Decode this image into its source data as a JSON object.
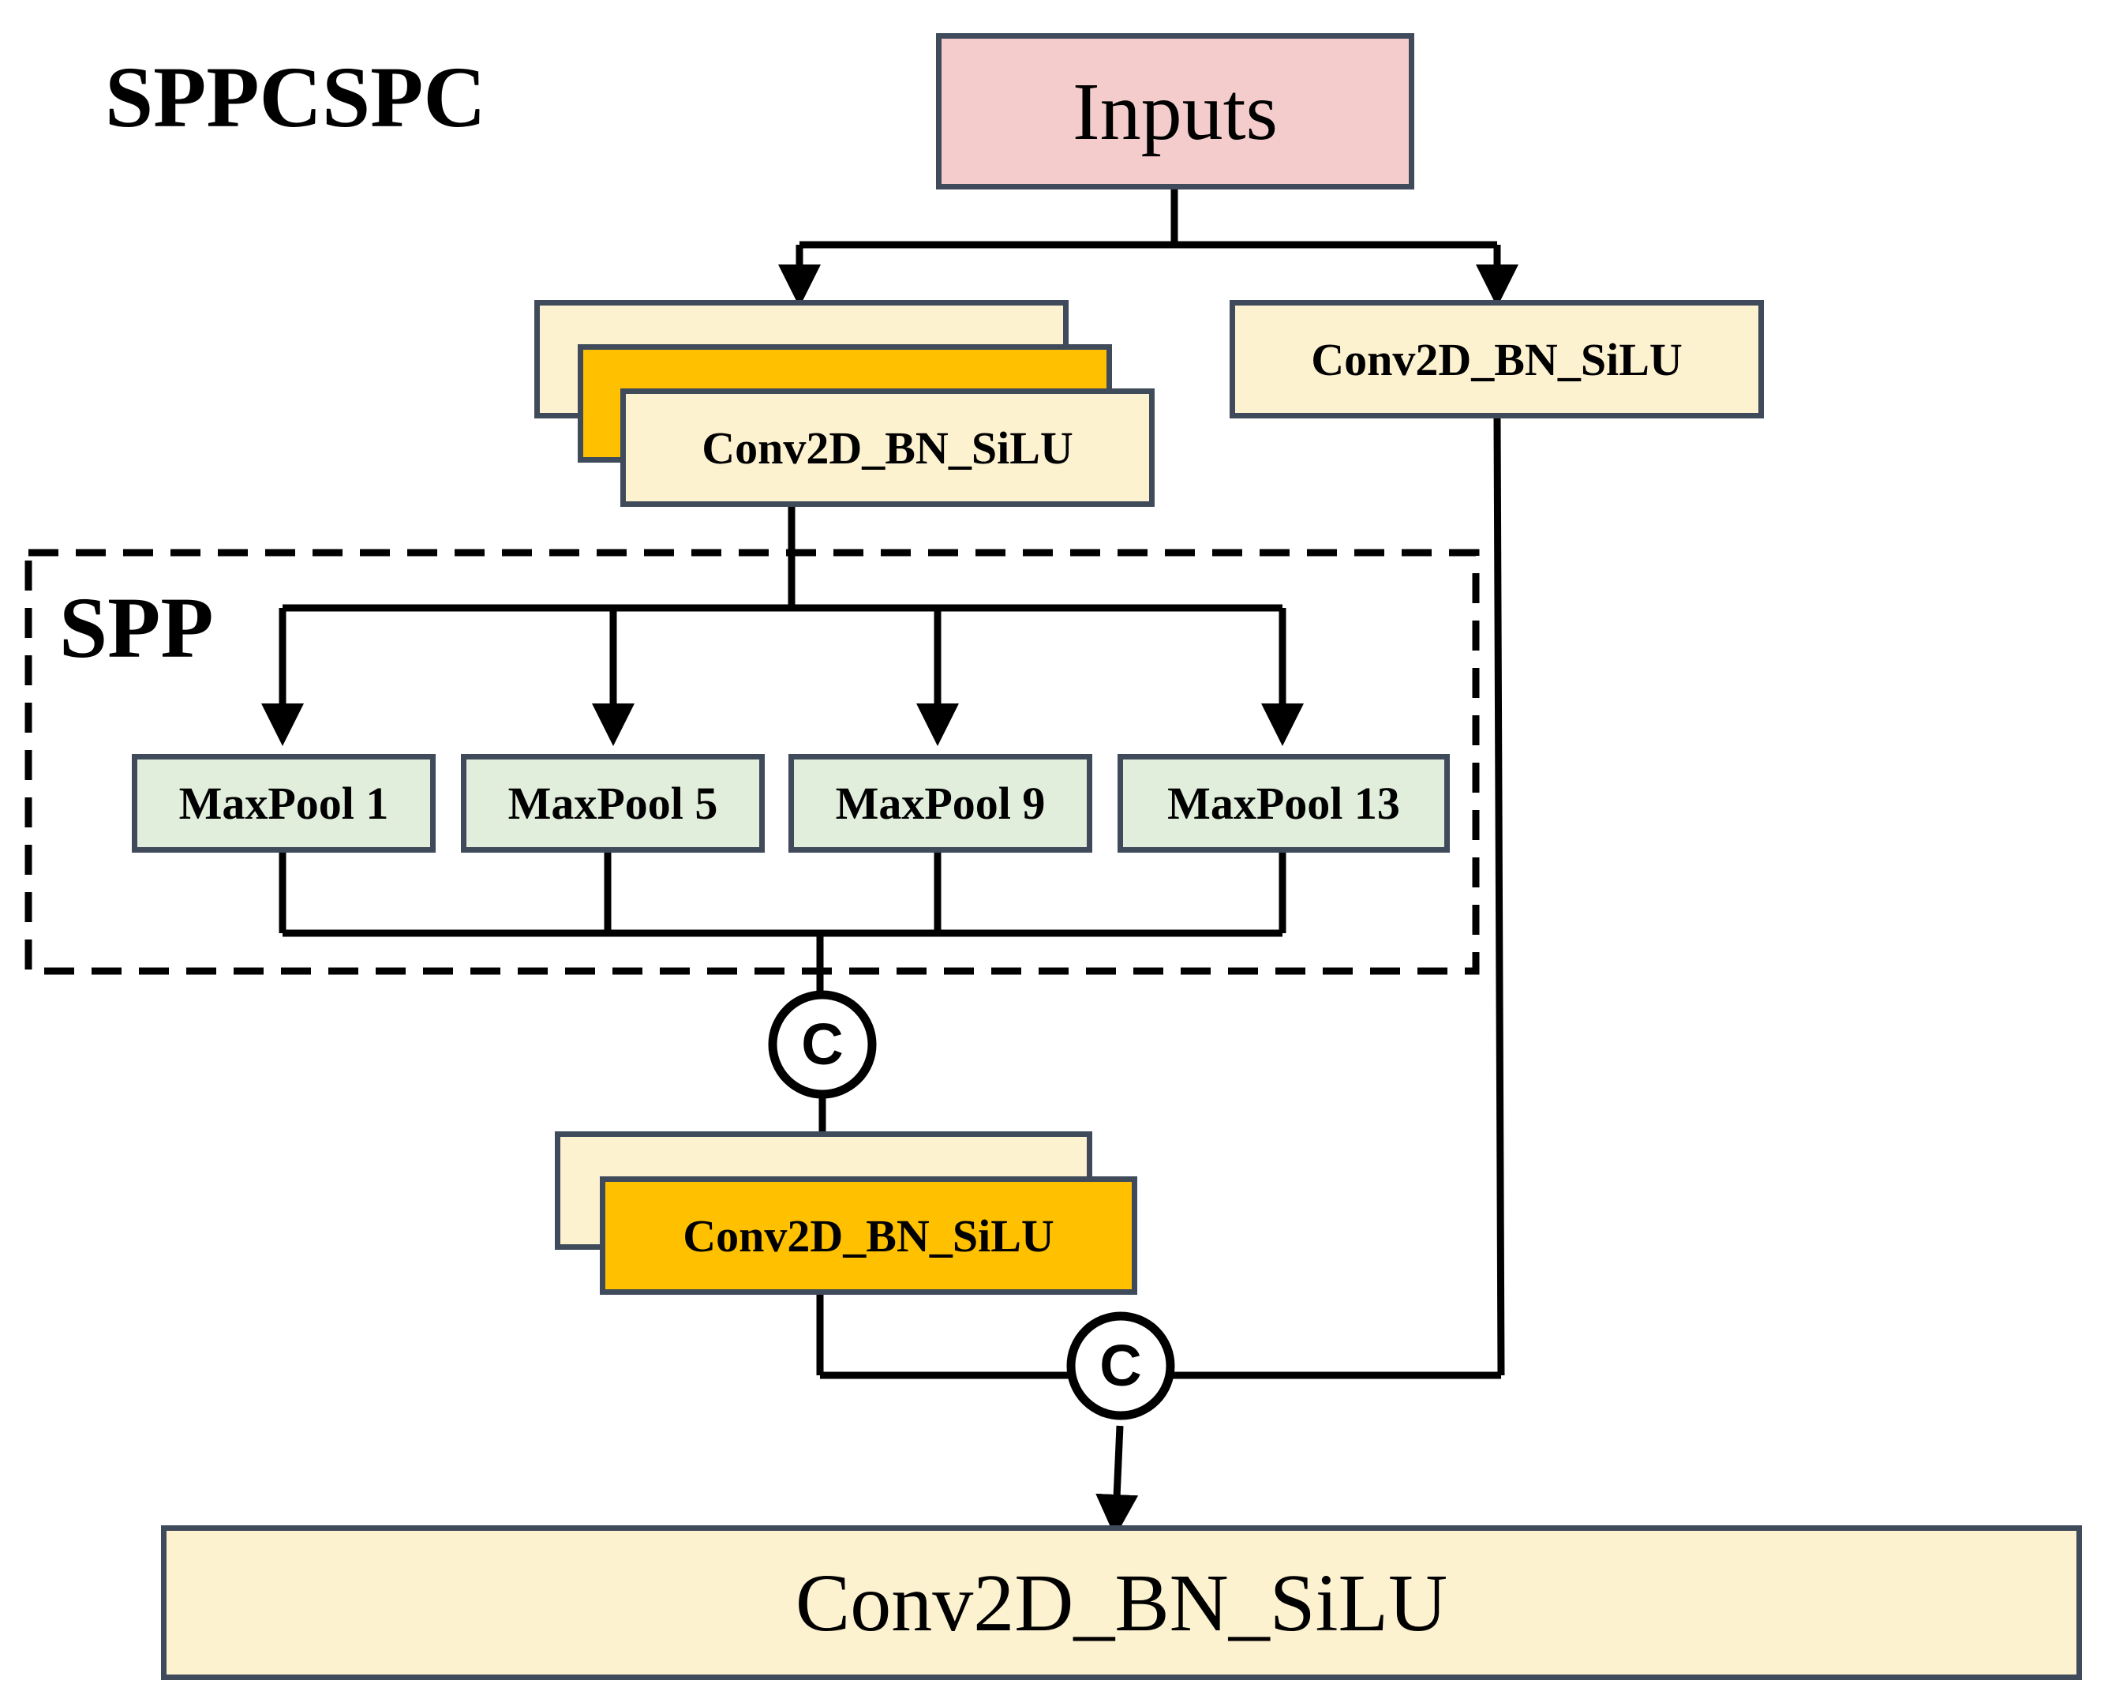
{
  "diagram": {
    "title": "SPPCSPC",
    "spp_label": "SPP",
    "input_block": "Inputs",
    "left_stack_label": "Conv2D_BN_SiLU",
    "right_branch_label": "Conv2D_BN_SiLU",
    "maxpools": [
      "MaxPool 1",
      "MaxPool 5",
      "MaxPool 9",
      "MaxPool 13"
    ],
    "concat_symbol": "C",
    "post_concat_stack_label": "Conv2D_BN_SiLU",
    "output_block": "Conv2D_BN_SiLU",
    "colors": {
      "inputs_fill": "#f4cccc",
      "conv_fill": "#fdf2d0",
      "conv_highlight_fill": "#ffc000",
      "maxpool_fill": "#e2eedc",
      "border": "#3f4a5a",
      "lines": "#000000"
    }
  }
}
